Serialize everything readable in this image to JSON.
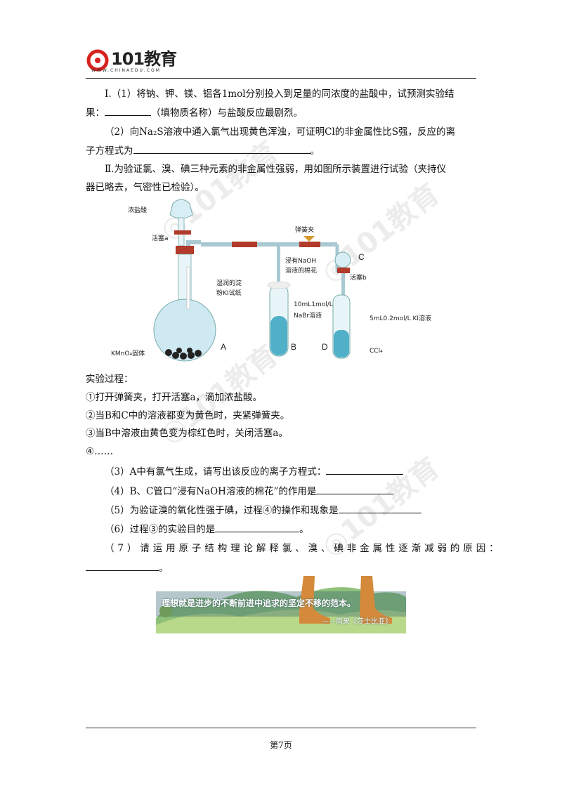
{
  "header": {
    "logo_text": "101教育",
    "logo_sub": "WWW.CHINAEDU.COM"
  },
  "questions": {
    "q1_a": "Ⅰ.（1）将钠、钾、镁、铝各1mol分别投入到足量的同浓度的盐酸中，试预测实验结",
    "q1_b_pre": "果：",
    "q1_b_post": "（填物质名称）与盐酸反应最剧烈。",
    "q2_a": "（2）向Na₂S溶液中通入氯气出现黄色浑浊，可证明Cl的非金属性比S强，反应的离",
    "q2_b_pre": "子方程式为",
    "q2_b_post": "。",
    "q3_a": "Ⅱ.为验证氯、溴、碘三种元素的非金属性强弱，用如图所示装置进行试验（夹持仪",
    "q3_b": "器已略去，气密性已检验）。"
  },
  "diagram": {
    "label_acid": "浓盐酸",
    "label_valve_a": "活塞a",
    "label_spring": "弹簧夹",
    "label_cotton_1": "浸有NaOH",
    "label_cotton_2": "溶液的棉花",
    "label_C": "C",
    "label_valve_b": "活塞b",
    "label_paper_1": "湿润的淀",
    "label_paper_2": "粉KI试纸",
    "label_nabr_1": "10mL1mol/L",
    "label_nabr_2": "NaBr溶液",
    "label_ki": "5mL0.2mol/L KI溶液",
    "label_kmno4": "KMnO₄固体",
    "label_A": "A",
    "label_B": "B",
    "label_D": "D",
    "label_ccl4": "CCl₄"
  },
  "process": {
    "title": "实验过程：",
    "step1": "①打开弹簧夹，打开活塞a，滴加浓盐酸。",
    "step2": "②当B和C中的溶液都变为黄色时，夹紧弹簧夹。",
    "step3": "③当B中溶液由黄色变为棕红色时，关闭活塞a。",
    "step4": "④……"
  },
  "subq": {
    "s3": "（3）A中有氯气生成，请写出该反应的离子方程式：",
    "s4": "（4）B、C管口“浸有NaOH溶液的棉花”的作用是",
    "s5": "（5）为验证溴的氧化性强于碘，过程④的操作和现象是",
    "s6_pre": "（6）过程③的实验目的是",
    "s6_post": "。",
    "s7": "（7）请运用原子结构理论解释氯、溴、碘非金属性逐渐减弱的原因：",
    "s7_post": "。"
  },
  "banner": {
    "quote": "理想就是进步的不断前进中追求的坚定不移的范本。",
    "author": "——雨果《莎士比亚》"
  },
  "footer": {
    "page": "第7页"
  }
}
